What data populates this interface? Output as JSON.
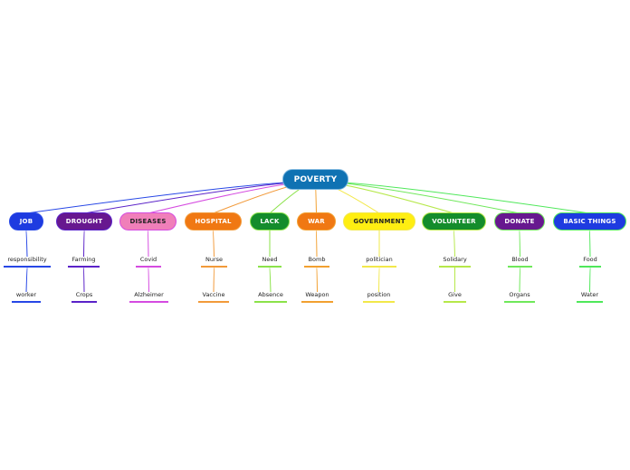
{
  "root": {
    "label": "POVERTY",
    "color": "#0f72b3"
  },
  "branches": [
    {
      "id": "job",
      "label": "JOB",
      "color": "#1e3be0",
      "text_color": "#ffffff",
      "line": "#2747e6",
      "children": [
        "responsibility",
        "worker"
      ]
    },
    {
      "id": "drought",
      "label": "DROUGHT",
      "color": "#67188f",
      "text_color": "#ffffff",
      "line": "#5a22c8",
      "children": [
        "Farming",
        "Crops"
      ]
    },
    {
      "id": "diseases",
      "label": "DISEASES",
      "color": "#f07fb9",
      "text_color": "#222222",
      "line": "#d54be0",
      "children": [
        "Covid",
        "Alzheimer"
      ]
    },
    {
      "id": "hospital",
      "label": "HOSPITAL",
      "color": "#f07813",
      "text_color": "#ffffff",
      "line": "#f29a3a",
      "children": [
        "Nurse",
        "Vaccine"
      ]
    },
    {
      "id": "lack",
      "label": "LACK",
      "color": "#148c2c",
      "text_color": "#ffffff",
      "line": "#8be24a",
      "children": [
        "Need",
        "Absence"
      ]
    },
    {
      "id": "war",
      "label": "WAR",
      "color": "#f07813",
      "text_color": "#ffffff",
      "line": "#f2a030",
      "children": [
        "Bomb",
        "Weapon"
      ]
    },
    {
      "id": "government",
      "label": "GOVERNMENT",
      "color": "#ffee12",
      "text_color": "#222222",
      "line": "#f2e84a",
      "children": [
        "politician",
        "position"
      ]
    },
    {
      "id": "volunteer",
      "label": "VOLUNTEER",
      "color": "#148c2c",
      "text_color": "#ffffff",
      "line": "#b6e84a",
      "children": [
        "Solidary",
        "Give"
      ]
    },
    {
      "id": "donate",
      "label": "DONATE",
      "color": "#67188f",
      "text_color": "#ffffff",
      "line": "#6fe85a",
      "children": [
        "Blood",
        "Organs"
      ]
    },
    {
      "id": "basic_things",
      "label": "BASIC THINGS",
      "color": "#1e3be0",
      "text_color": "#ffffff",
      "line": "#4fe85a",
      "children": [
        "Food",
        "Water"
      ]
    }
  ]
}
